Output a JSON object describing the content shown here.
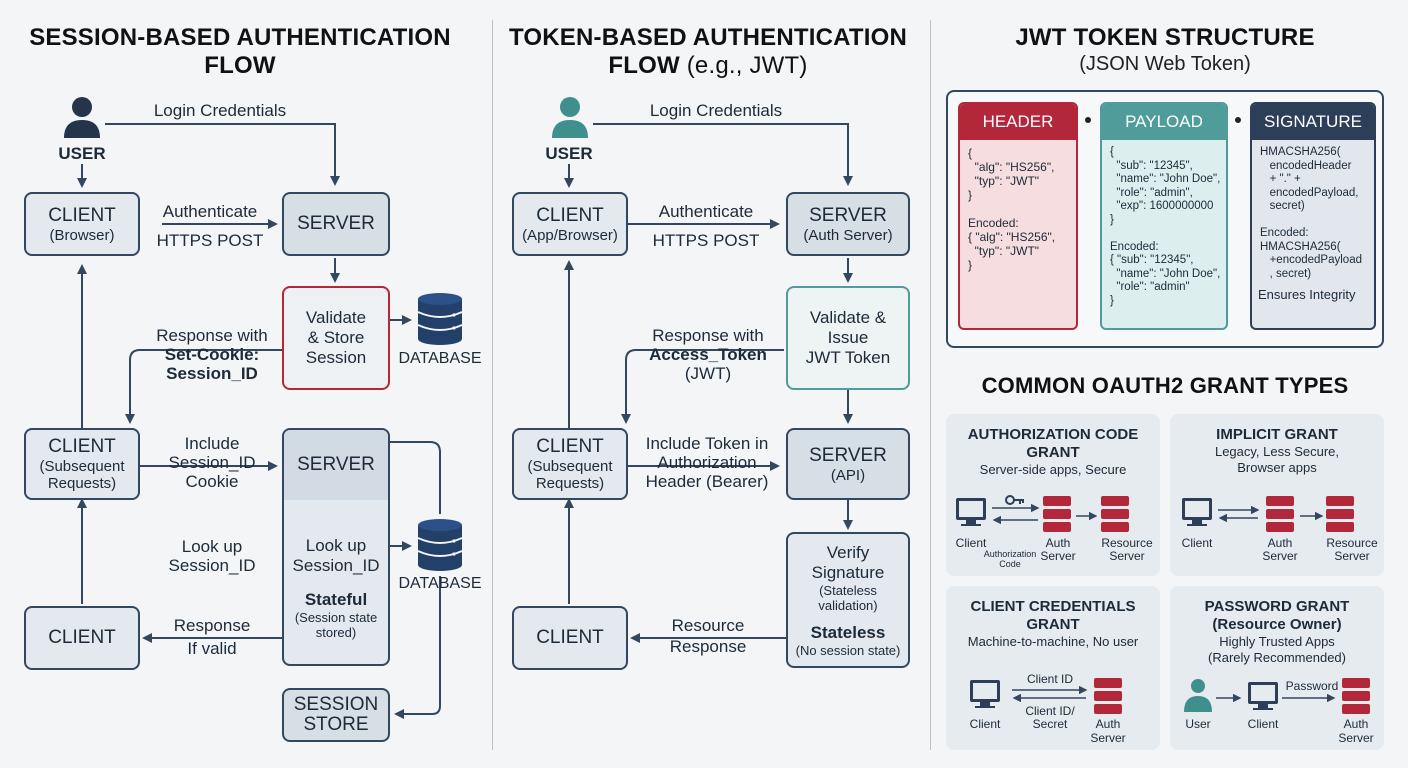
{
  "session": {
    "title_line1": "SESSION-BASED AUTHENTICATION",
    "title_line2": "FLOW",
    "user": "USER",
    "login": "Login Credentials",
    "client1_main": "CLIENT",
    "client1_sub": "(Browser)",
    "auth_label": "Authenticate",
    "https_label": "HTTPS POST",
    "server1": "SERVER",
    "validate_l1": "Validate",
    "validate_l2": "& Store",
    "validate_l3": "Session",
    "database1": "DATABASE",
    "resp_l1": "Response with",
    "resp_l2": "Set-Cookie:",
    "resp_l3": "Session_ID",
    "client2_main": "CLIENT",
    "client2_sub1": "(Subsequent",
    "client2_sub2": "Requests)",
    "include_l1": "Include",
    "include_l2": "Session_ID",
    "include_l3": "Cookie",
    "server2": "SERVER",
    "lookup_out_l1": "Look up",
    "lookup_out_l2": "Session_ID",
    "lookup_in_l1": "Look up",
    "lookup_in_l2": "Session_ID",
    "stateful": "Stateful",
    "stateful_sub1": "(Session state",
    "stateful_sub2": "stored)",
    "database2": "DATABASE",
    "client3": "CLIENT",
    "response_l1": "Response",
    "response_l2": "If valid",
    "store_l1": "SESSION",
    "store_l2": "STORE"
  },
  "token": {
    "title_line1": "TOKEN-BASED AUTHENTICATION",
    "title_line2a": "FLOW",
    "title_line2b": " (e.g., JWT)",
    "user": "USER",
    "login": "Login Credentials",
    "client1_main": "CLIENT",
    "client1_sub": "(App/Browser)",
    "auth_label": "Authenticate",
    "https_label": "HTTPS POST",
    "server1_main": "SERVER",
    "server1_sub": "(Auth Server)",
    "validate_l1": "Validate &",
    "validate_l2": "Issue",
    "validate_l3": "JWT Token",
    "resp_l1": "Response with",
    "resp_l2": "Access_Token",
    "resp_l3": "(JWT)",
    "client2_main": "CLIENT",
    "client2_sub1": "(Subsequent",
    "client2_sub2": "Requests)",
    "include_l1": "Include Token in",
    "include_l2": "Authorization",
    "include_l3": "Header (Bearer)",
    "server2_main": "SERVER",
    "server2_sub": "(API)",
    "verify_l1": "Verify",
    "verify_l2": "Signature",
    "verify_l3": "(Stateless",
    "verify_l4": "validation)",
    "stateless": "Stateless",
    "stateless_sub": "(No session state)",
    "client3": "CLIENT",
    "resource_l1": "Resource",
    "resource_l2": "Response"
  },
  "jwt": {
    "title": "JWT TOKEN STRUCTURE",
    "subtitle": "(JSON Web Token)",
    "header_label": "HEADER",
    "header_body": "{\n  \"alg\": \"HS256\",\n  \"typ\": \"JWT\"\n}\n\nEncoded:\n{ \"alg\": \"HS256\",\n  \"typ\": \"JWT\"\n}",
    "payload_label": "PAYLOAD",
    "payload_body": "{\n  \"sub\": \"12345\",\n  \"name\": \"John Doe\",\n  \"role\": \"admin\",\n  \"exp\": 1600000000\n}\n\nEncoded:\n{ \"sub\": \"12345\",\n  \"name\": \"John Doe\",\n  \"role\": \"admin\"\n}",
    "signature_label": "SIGNATURE",
    "signature_body": "HMACSHA256(\n   encodedHeader\n   + \".\" +\n   encodedPayload,\n   secret)\n\nEncoded:\nHMACSHA256(\n   +encodedPayload\n   , secret)",
    "signature_footer": "Ensures Integrity"
  },
  "oauth": {
    "title": "COMMON OAUTH2 GRANT TYPES",
    "auth_code": {
      "title_l1": "AUTHORIZATION CODE",
      "title_l2": "GRANT",
      "sub": "Server-side apps, Secure",
      "client": "Client",
      "code_l1": "Authorization",
      "code_l2": "Code",
      "auth_l1": "Auth",
      "auth_l2": "Server",
      "res_l1": "Resource",
      "res_l2": "Server"
    },
    "implicit": {
      "title": "IMPLICIT GRANT",
      "sub_l1": "Legacy, Less Secure,",
      "sub_l2": "Browser apps",
      "client": "Client",
      "auth_l1": "Auth",
      "auth_l2": "Server",
      "res_l1": "Resource",
      "res_l2": "Server"
    },
    "client_cred": {
      "title_l1": "CLIENT CREDENTIALS",
      "title_l2": "GRANT",
      "sub": "Machine-to-machine, No user",
      "client_id": "Client ID",
      "secret_l1": "Client ID/",
      "secret_l2": "Secret",
      "client": "Client",
      "auth_l1": "Auth",
      "auth_l2": "Server"
    },
    "password": {
      "title_l1": "PASSWORD GRANT",
      "title_l2": "(Resource Owner)",
      "sub_l1": "Highly Trusted Apps",
      "sub_l2": "(Rarely Recommended)",
      "password": "Password",
      "user": "User",
      "client": "Client",
      "auth_l1": "Auth",
      "auth_l2": "Server"
    }
  },
  "colors": {
    "navy": "#33475e",
    "red": "#b3273a",
    "teal": "#4f9c9a",
    "header_bg": "#b3273a",
    "payload_bg": "#4f9c9a",
    "signature_bg": "#2c3e58"
  }
}
